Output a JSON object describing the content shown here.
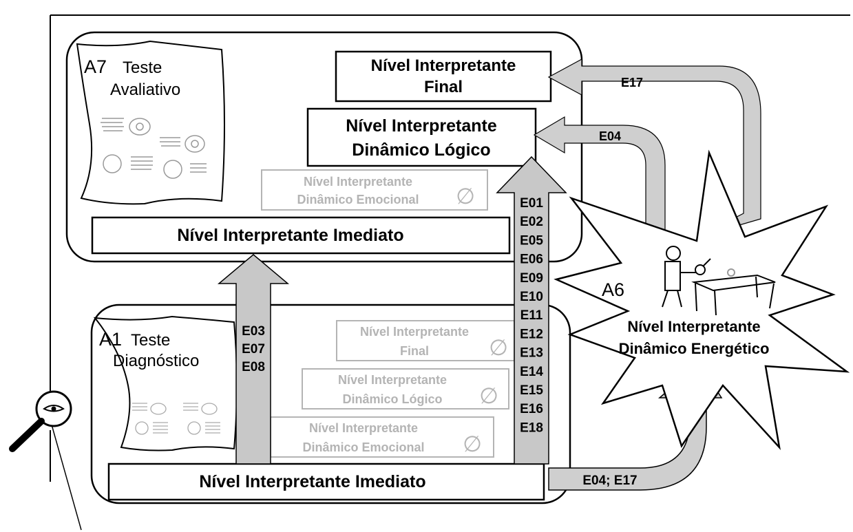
{
  "colors": {
    "line": "#000000",
    "arrow_fill": "#c8c8c8",
    "arrow_light": "#d9d9d9",
    "faded": "#b4b4b4"
  },
  "top_panel": {
    "document": {
      "code": "A7",
      "title_line1": "Teste",
      "title_line2": "Avaliativo"
    },
    "final": {
      "line1": "Nível Interpretante",
      "line2": "Final"
    },
    "logico": {
      "line1": "Nível Interpretante",
      "line2": "Dinâmico Lógico"
    },
    "emocional": {
      "line1": "Nível Interpretante",
      "line2": "Dinâmico Emocional",
      "mark": "∅"
    },
    "imediato": "Nível Interpretante Imediato"
  },
  "bottom_panel": {
    "document": {
      "code": "A1",
      "title_line1": "Teste",
      "title_line2": "Diagnóstico"
    },
    "final": {
      "line1": "Nível Interpretante",
      "line2": "Final",
      "mark": "∅"
    },
    "logico": {
      "line1": "Nível Interpretante",
      "line2": "Dinâmico Lógico",
      "mark": "∅"
    },
    "emocional": {
      "line1": "Nível Interpretante",
      "line2": "Dinâmico Emocional",
      "mark": "∅"
    },
    "imediato": "Nível Interpretante Imediato"
  },
  "arrows": {
    "left_labels": [
      "E03",
      "E07",
      "E08"
    ],
    "center_labels": [
      "E01",
      "E02",
      "E05",
      "E06",
      "E09",
      "E10",
      "E11",
      "E12",
      "E13",
      "E14",
      "E15",
      "E16",
      "E18"
    ],
    "top_curve_label": "E17",
    "mid_curve_label": "E04",
    "bottom_curve_label": "E04; E17"
  },
  "starburst": {
    "code": "A6",
    "line1": "Nível Interpretante",
    "line2": "Dinâmico Energético"
  }
}
